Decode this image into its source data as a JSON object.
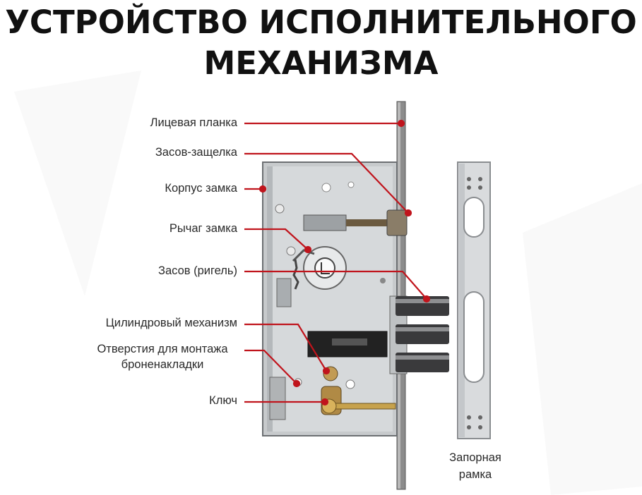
{
  "title": {
    "line1": "УСТРОЙСТВО ИСПОЛНИТЕЛЬНОГО",
    "line2": "МЕХАНИЗМА"
  },
  "labels": {
    "face_plate": "Лицевая планка",
    "latch_bolt": "Засов-защелка",
    "lock_body": "Корпус замка",
    "lock_lever": "Рычаг замка",
    "deadbolt": "Засов (ригель)",
    "cylinder": "Цилиндровый механизм",
    "armor_holes_line1": "Отверстия для монтажа",
    "armor_holes_line2": "броненакладки",
    "key": "Ключ",
    "strike_line1": "Запорная",
    "strike_line2": "рамка"
  },
  "colors": {
    "leader_line": "#c0141c",
    "title": "#111111"
  }
}
